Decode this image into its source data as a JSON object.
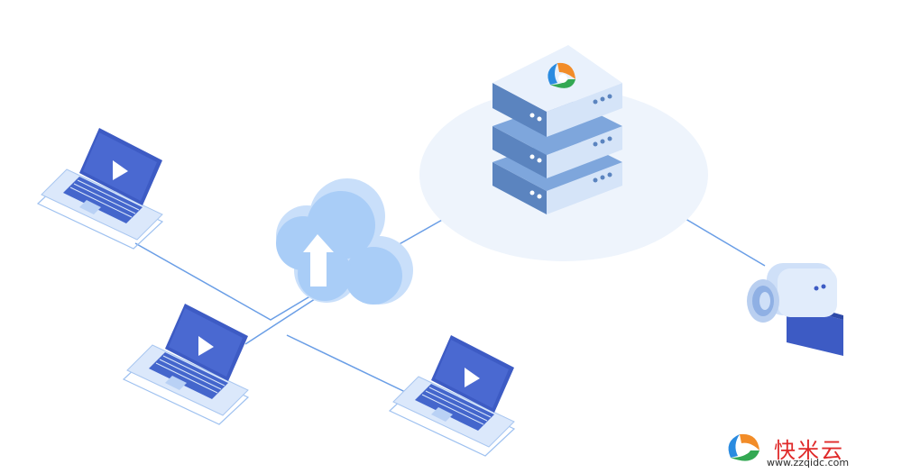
{
  "diagram": {
    "nodes": [
      {
        "id": "laptop-1",
        "kind": "laptop",
        "icon": "play-icon"
      },
      {
        "id": "laptop-2",
        "kind": "laptop",
        "icon": "play-icon"
      },
      {
        "id": "laptop-3",
        "kind": "laptop",
        "icon": "play-icon"
      },
      {
        "id": "cloud",
        "kind": "cloud",
        "icon": "upload-arrow-icon"
      },
      {
        "id": "server",
        "kind": "server-stack",
        "icon": "brand-logo-icon"
      },
      {
        "id": "camera",
        "kind": "video-camera",
        "icon": "video-camera-icon"
      }
    ],
    "edges": [
      {
        "from": "laptop-1",
        "to": "cloud"
      },
      {
        "from": "laptop-2",
        "to": "cloud"
      },
      {
        "from": "laptop-3",
        "to": "cloud"
      },
      {
        "from": "cloud",
        "to": "server"
      },
      {
        "from": "server",
        "to": "camera"
      }
    ]
  },
  "brand": {
    "name": "快米云",
    "url": "www.zzqidc.com"
  },
  "colors": {
    "primary": "#3d5bc4",
    "light_blue": "#d7e6fb",
    "cloud": "#a9cdf7",
    "server_steel": "#5b84bf",
    "halo": "#eef4fc",
    "line": "#6a9ee6"
  }
}
